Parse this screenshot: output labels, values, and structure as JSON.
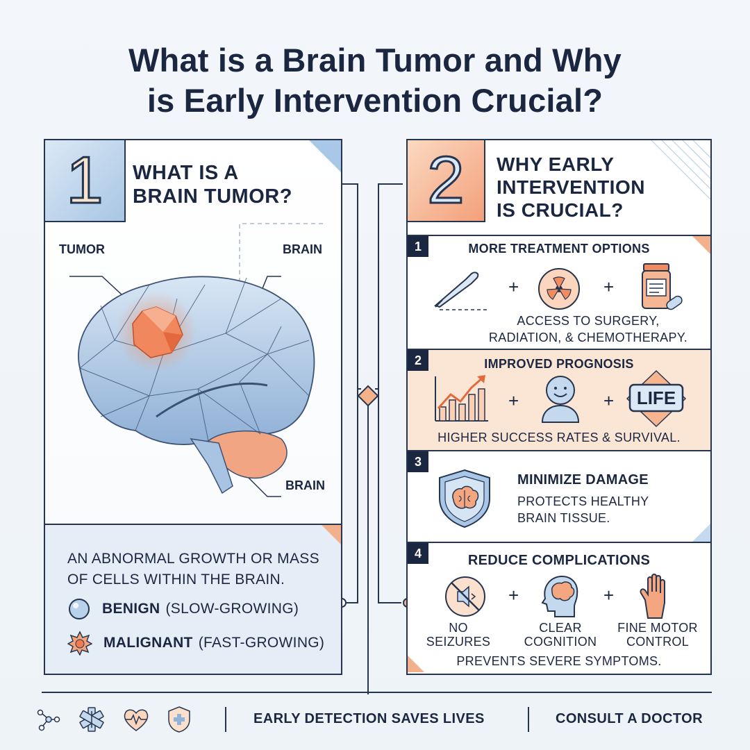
{
  "title": {
    "line1": "What is a Brain Tumor and Why",
    "line2": "is Early Intervention Crucial?"
  },
  "left_panel": {
    "number": "1",
    "heading_line1": "WHAT IS A",
    "heading_line2": "BRAIN TUMOR?",
    "label_tumor": "TUMOR",
    "label_brain_top": "BRAIN",
    "label_brain_bottom": "BRAIN",
    "description_line1": "AN ABNORMAL GROWTH OR MASS",
    "description_line2": "OF CELLS WITHIN THE BRAIN.",
    "types": [
      {
        "label": "BENIGN",
        "detail": "(SLOW-GROWING)",
        "icon": "circle-icon"
      },
      {
        "label": "MALIGNANT",
        "detail": "(FAST-GROWING)",
        "icon": "starburst-icon"
      }
    ]
  },
  "right_panel": {
    "number": "2",
    "heading_line1": "WHY EARLY",
    "heading_line2": "INTERVENTION",
    "heading_line3": "IS CRUCIAL?",
    "sections": [
      {
        "number": "1",
        "title": "MORE TREATMENT OPTIONS",
        "caption_line1": "ACCESS TO SURGERY,",
        "caption_line2": "RADIATION, & CHEMOTHERAPY.",
        "icons": [
          "scalpel-icon",
          "radiation-icon",
          "pill-bottle-icon"
        ]
      },
      {
        "number": "2",
        "title": "IMPROVED PROGNOSIS",
        "caption_line1": "HIGHER SUCCESS RATES & SURVIVAL.",
        "badge": "LIFE",
        "icons": [
          "growth-chart-icon",
          "smiling-person-icon",
          "life-badge-icon"
        ]
      },
      {
        "number": "3",
        "title": "MINIMIZE DAMAGE",
        "caption_line1": "PROTECTS HEALTHY",
        "caption_line2": "BRAIN TISSUE.",
        "icons": [
          "brain-shield-icon"
        ]
      },
      {
        "number": "4",
        "title": "REDUCE COMPLICATIONS",
        "items": [
          {
            "line1": "NO",
            "line2": "SEIZURES",
            "icon": "no-seizures-icon"
          },
          {
            "line1": "CLEAR",
            "line2": "COGNITION",
            "icon": "head-brain-icon"
          },
          {
            "line1": "FINE MOTOR",
            "line2": "CONTROL",
            "icon": "hand-icon"
          }
        ],
        "caption_line1": "PREVENTS SEVERE SYMPTOMS."
      }
    ],
    "plus": "+"
  },
  "footer": {
    "icons": [
      "molecule-icon",
      "medical-star-icon",
      "heart-pulse-icon",
      "medical-shield-icon"
    ],
    "message": "EARLY DETECTION SAVES LIVES",
    "cta": "CONSULT A DOCTOR"
  },
  "colors": {
    "navy": "#1b2740",
    "blue_light": "#cfe0f0",
    "blue_mid": "#8fb3d9",
    "orange": "#f0a07a",
    "orange_light": "#fbe3d2",
    "peach_panel": "#fbe6d6"
  }
}
